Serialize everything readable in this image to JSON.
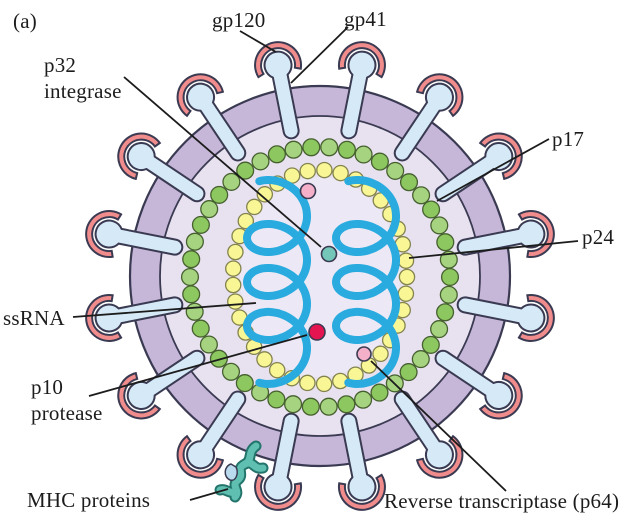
{
  "figure": {
    "panel_label": "(a)"
  },
  "labels": {
    "gp120": "gp120",
    "gp41": "gp41",
    "p32_line1": "p32",
    "p32_line2": "integrase",
    "p17": "p17",
    "p24": "p24",
    "ssrna": "ssRNA",
    "p10_line1": "p10",
    "p10_line2": "protease",
    "mhc": "MHC proteins",
    "rt": "Reverse transcriptase (p64)"
  },
  "colors": {
    "bg": "#ffffff",
    "text": "#1c1c1c",
    "leader": "#1c1c1c",
    "envelope": "#c6b7d8",
    "envelope_outline": "#3a3a52",
    "interior": "#e8e2f0",
    "capsid_bg": "#ece8f5",
    "spike_stem": "#d5e9f6",
    "gp120_cap": "#f08c8c",
    "matrix_green": "#8cc75f",
    "matrix_green_alt": "#a6d37f",
    "matrix_outline": "#46602f",
    "capsid_yellow": "#f9f795",
    "capsid_outline": "#83834d",
    "rna": "#2aabdf",
    "integrase_teal": "#74c6b8",
    "protease_red": "#e31450",
    "rt_pink": "#f4afc9",
    "mhc": "#5fbfb1",
    "mhc_dark": "#23756b",
    "mhc_blue": "#badbed"
  }
}
